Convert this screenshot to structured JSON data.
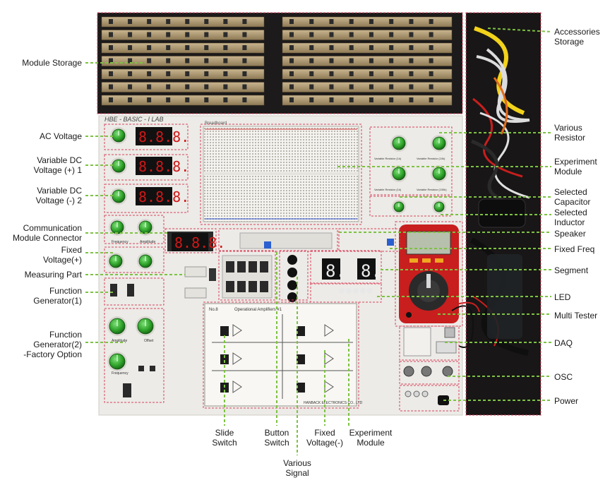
{
  "colors": {
    "leader": "#7dc242",
    "region_outline": "#d9435b",
    "panel": "#ecebe7",
    "storage_bg": "#1c1a1a",
    "knob": "#2fa32a",
    "seg_display": "#d01818",
    "tester_body": "#c81e1e"
  },
  "board": {
    "brand": "HBE - BASIC - I LAB",
    "breadboard_title": "Breadboard",
    "opamp_title": "Operational Amplifiers #1",
    "opamp_no": "No.8",
    "opamp_maker": "HANBACK ELECTRONICS CO., LTD",
    "seg_digits": "8.8.8.",
    "seg_digit": "8.",
    "knob_labels": {
      "frequency": "Frequency",
      "amplitude": "Amplitude",
      "offset": "Offset"
    },
    "resistor_labels": [
      "Variable Resistor (1k)",
      "Variable Resistor (10k)",
      "Variable Resistor (1k)",
      "Variable Resistor (100k)"
    ]
  },
  "callouts_left": [
    {
      "lines": [
        "Module Storage"
      ]
    },
    {
      "lines": [
        "AC Voltage"
      ]
    },
    {
      "lines": [
        "Variable DC",
        "Voltage (+) 1"
      ]
    },
    {
      "lines": [
        "Variable DC",
        "Voltage (-) 2"
      ]
    },
    {
      "lines": [
        "Communication",
        "Module Connector"
      ]
    },
    {
      "lines": [
        "Fixed",
        "Voltage(+)"
      ]
    },
    {
      "lines": [
        "Measuring Part"
      ]
    },
    {
      "lines": [
        "Function",
        "Generator(1)"
      ]
    },
    {
      "lines": [
        "Function",
        "Generator(2)",
        "-Factory Option"
      ]
    }
  ],
  "callouts_right": [
    {
      "lines": [
        "Accessories",
        "Storage"
      ]
    },
    {
      "lines": [
        "Various",
        "Resistor"
      ]
    },
    {
      "lines": [
        "Experiment",
        "Module"
      ]
    },
    {
      "lines": [
        "Selected",
        "Capacitor"
      ]
    },
    {
      "lines": [
        "Selected",
        "Inductor"
      ]
    },
    {
      "lines": [
        "Speaker"
      ]
    },
    {
      "lines": [
        "Fixed Freq"
      ]
    },
    {
      "lines": [
        "Segment"
      ]
    },
    {
      "lines": [
        "LED"
      ]
    },
    {
      "lines": [
        "Multi Tester"
      ]
    },
    {
      "lines": [
        "DAQ"
      ]
    },
    {
      "lines": [
        "OSC"
      ]
    },
    {
      "lines": [
        "Power"
      ]
    }
  ],
  "callouts_bottom": [
    {
      "lines": [
        "Slide",
        "Switch"
      ]
    },
    {
      "lines": [
        "Button",
        "Switch"
      ]
    },
    {
      "lines": [
        "Various",
        "Signal"
      ]
    },
    {
      "lines": [
        "Fixed",
        "Voltage(-)"
      ]
    },
    {
      "lines": [
        "Experiment",
        "Module"
      ]
    }
  ]
}
